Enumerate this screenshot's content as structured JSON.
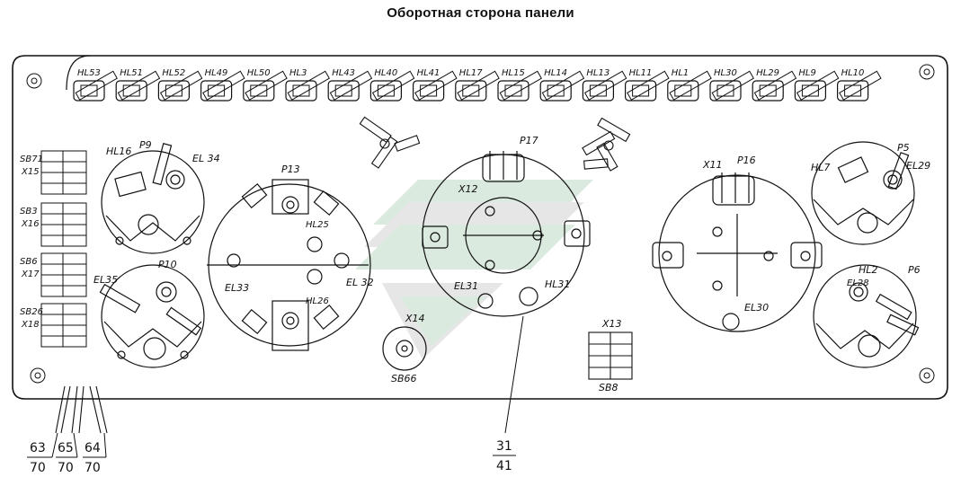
{
  "title": "Оборотная сторона панели",
  "indicator_row": [
    "HL53",
    "HL51",
    "HL52",
    "HL49",
    "HL50",
    "HL3",
    "HL43",
    "HL40",
    "HL41",
    "HL17",
    "HL15",
    "HL14",
    "HL13",
    "HL11",
    "HL1",
    "HL30",
    "HL29",
    "HL9",
    "HL10"
  ],
  "connectors_left": [
    "SB71",
    "X15",
    "SB3",
    "X16",
    "SB6",
    "X17",
    "SB26",
    "X18"
  ],
  "component_labels": {
    "hl16": "HL16",
    "p9": "P9",
    "el34": "EL 34",
    "el35": "EL35",
    "p10": "P10",
    "p13": "P13",
    "hl25": "HL25",
    "el33": "EL33",
    "el32": "EL 32",
    "hl26": "HL26",
    "p17": "P17",
    "x12": "X12",
    "el31": "EL31",
    "hl31": "HL31",
    "x14": "X14",
    "sb66": "SB66",
    "x11": "X11",
    "p16": "P16",
    "el30": "EL30",
    "x13": "X13",
    "sb8": "SB8",
    "hl7": "HL7",
    "p5": "P5",
    "el29": "EL29",
    "hl2": "HL2",
    "p6": "P6",
    "el28": "EL28"
  },
  "callouts": {
    "c63": {
      "num": "63",
      "den": "70"
    },
    "c65": {
      "num": "65",
      "den": "70"
    },
    "c64": {
      "num": "64",
      "den": "70"
    },
    "c31": {
      "num": "31",
      "den": "41"
    }
  }
}
